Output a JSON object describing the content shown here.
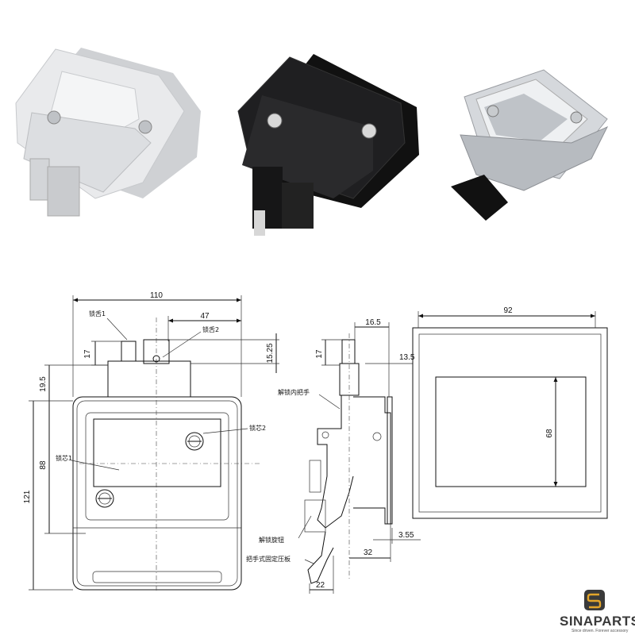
{
  "drawing_labels": {
    "front": {
      "width_110": "110",
      "dim_47": "47",
      "dim_17": "17",
      "dim_15_25": "15.25",
      "dim_19_5": "19.5",
      "dim_88": "88",
      "dim_121": "121",
      "latch1": "锁舌1",
      "latch2": "锁舌2",
      "core1": "锁芯1",
      "core2": "锁芯2"
    },
    "side": {
      "dim_16_5": "16.5",
      "dim_17": "17",
      "dim_13_5": "13.5",
      "dim_32": "32",
      "dim_3_55": "3.55",
      "dim_22": "22",
      "inner_handle": "解锁内把手",
      "knob": "解锁旋钮",
      "plate": "把手式固定压板"
    },
    "cutout": {
      "width_92": "92",
      "height_68": "68"
    }
  },
  "product_photos": [
    {
      "finish": "white"
    },
    {
      "finish": "black"
    },
    {
      "finish": "chrome"
    }
  ],
  "logo": {
    "name": "SINAPARTS",
    "tagline": "Since driven. Forever accessory"
  },
  "colors": {
    "white_finish": "#e8e9eb",
    "black_finish": "#1c1c1e",
    "chrome_finish": "#c9ccd1",
    "logo_gold": "#e3a52a"
  }
}
